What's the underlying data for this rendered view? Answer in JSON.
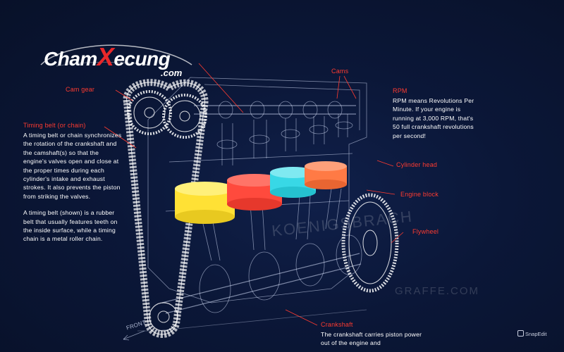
{
  "logo": {
    "brand_prefix": "Cham",
    "brand_x": "X",
    "brand_suffix": "ecung",
    "domain": ".com"
  },
  "labels": {
    "cams": "Cams",
    "cam_gear": "Cam gear",
    "timing_belt": "Timing belt (or chain)",
    "rpm": "RPM",
    "cylinder_head": "Cylinder head",
    "engine_block": "Engine block",
    "flywheel": "Flywheel",
    "crankshaft": "Crankshaft",
    "front": "FRONT"
  },
  "descriptions": {
    "timing_belt_p1": "A timing belt or chain synchronizes the rotation of the crankshaft and the camshaft(s) so that the engine's valves open and close at the proper times during each cylinder's intake and exhaust strokes. It also prevents the piston from striking the valves.",
    "timing_belt_p2": "A timing belt (shown) is a rubber belt that usually features teeth on the inside surface, while a timing chain is a metal roller chain.",
    "rpm": "RPM means Revolutions Per Minute. If your engine is running at 3,000 RPM, that's 50 full crankshaft revolutions per second!",
    "crankshaft": "The crankshaft carries piston power out of the engine and"
  },
  "watermarks": {
    "center": "KOENIGSBRACH",
    "bottom": "GRAFFE.COM"
  },
  "badge": {
    "text": "SnapEdit"
  },
  "colors": {
    "accent_red": "#ff3b30",
    "piston_yellow": "#ffe135",
    "piston_red": "#ff4a3d",
    "piston_cyan": "#38d8e6",
    "piston_orange": "#ff7a45",
    "background": "#0b1533"
  }
}
